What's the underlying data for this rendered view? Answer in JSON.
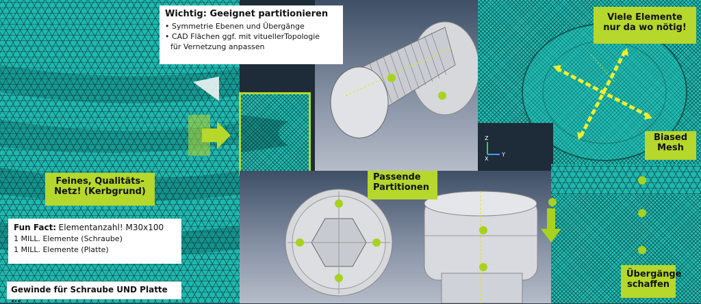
{
  "info_box": {
    "title": "Wichtig: Geeignet partitionieren",
    "bullets": [
      "Symmetrie Ebenen und Übergänge",
      "CAD Flächen ggf. mit vituellerTopologie",
      "für Vernetzung anpassen"
    ]
  },
  "labels": {
    "viele_elemente_line1": "Viele Elemente",
    "viele_elemente_line2": "nur da wo nötig!",
    "biased_mesh_line1": "Biased",
    "biased_mesh_line2": "Mesh",
    "feines_line1": "Feines, Qualitäts-",
    "feines_line2": "Netz! (Kerbgrund)",
    "passende_line1": "Passende",
    "passende_line2": "Partitionen",
    "uebergaenge_line1": "Übergänge",
    "uebergaenge_line2": "schaffen",
    "gewinde": "Gewinde für Schraube UND Platte ..."
  },
  "fun_fact": {
    "prefix": "Fun Fact:",
    "text": "Elementanzahl! M30x100",
    "line2": "1 MILL. Elemente (Schraube)",
    "line3": "1 MILL. Elemente (Platte)"
  },
  "axis_triad": {
    "z": "Z",
    "y": "Y",
    "x": "X"
  },
  "colors": {
    "accent": "#b6d72b",
    "mesh": "#1fb8b0"
  }
}
